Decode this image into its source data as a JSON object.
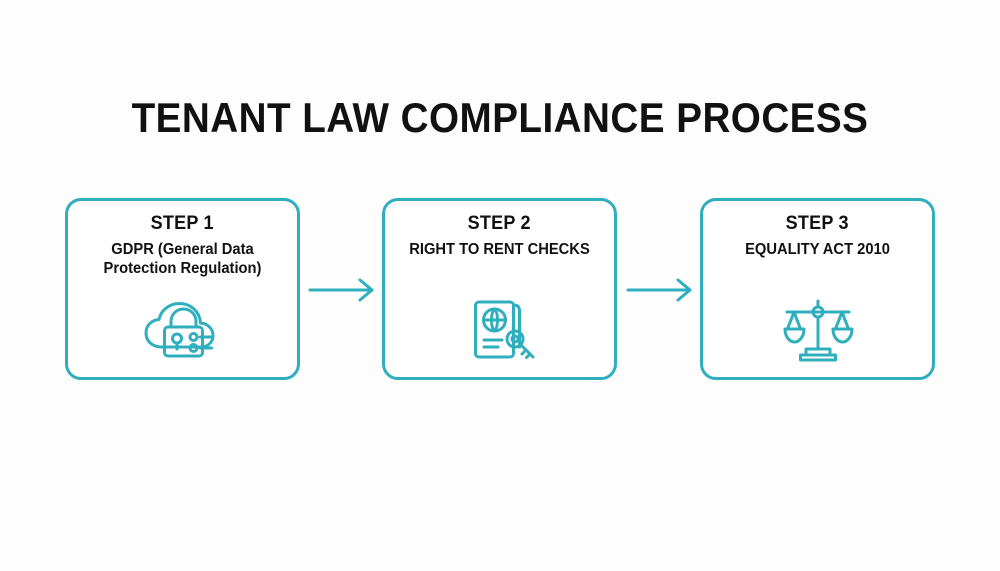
{
  "page": {
    "title": "TENANT LAW COMPLIANCE PROCESS",
    "background_color": "#fdfdfd",
    "accent_color": "#2FAFBE",
    "text_color": "#111111"
  },
  "flow": {
    "connector_icon": "arrow-right-icon",
    "steps": [
      {
        "heading": "STEP 1",
        "description": "GDPR (General Data Protection Regulation)",
        "icon": "cloud-lock-checklist-icon"
      },
      {
        "heading": "STEP 2",
        "description": "RIGHT TO RENT CHECKS",
        "icon": "passport-key-icon"
      },
      {
        "heading": "STEP 3",
        "description": "EQUALITY ACT 2010",
        "icon": "scales-of-justice-icon"
      }
    ]
  }
}
